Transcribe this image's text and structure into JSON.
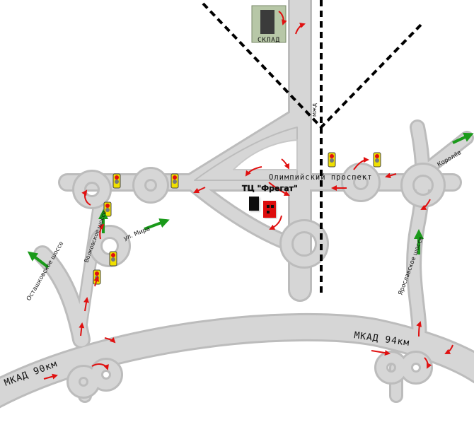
{
  "labels": {
    "warehouse": "СКЛАД",
    "mkad_90": "МКАД  90км",
    "mkad_94": "МКАД  94км",
    "olympic": "Олимпийский проспект",
    "fregat": "ТЦ \"Фрегат\"",
    "ostashkovskoe": "Осташковское шоссе",
    "volkovskoe": "Волковское шоссе",
    "mira": "ул. Мира",
    "yaroslavskoe": "Ярославское шоссе",
    "korolev": "Королёв",
    "railway": "МЖД"
  },
  "colors": {
    "road": "#d4d4d4",
    "road_edge": "#b8b8b8",
    "arrow_red": "#e01010",
    "arrow_green": "#1a9a1a",
    "traffic_light_body": "#f0e000",
    "building_dark": "#111111",
    "building_red": "#dd1111",
    "warehouse_bg": "#b7c7a7"
  }
}
